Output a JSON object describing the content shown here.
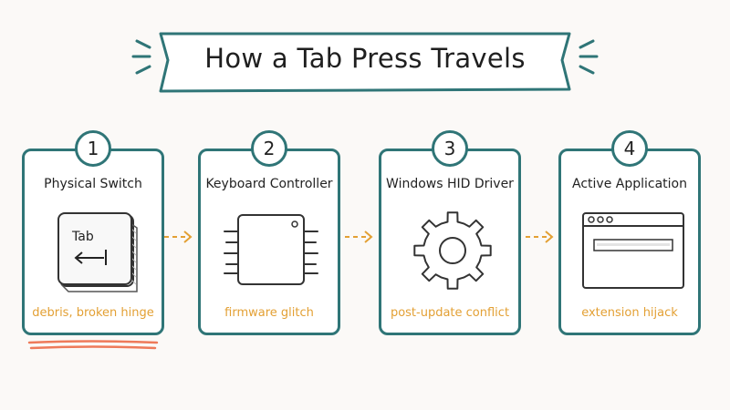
{
  "title": "How a Tab Press Travels",
  "steps": [
    {
      "number": "1",
      "title": "Physical Switch",
      "caption": "debris, broken hinge",
      "icon": "tab-key-icon",
      "key_label": "Tab"
    },
    {
      "number": "2",
      "title": "Keyboard Controller",
      "caption": "firmware glitch",
      "icon": "chip-icon"
    },
    {
      "number": "3",
      "title": "Windows HID Driver",
      "caption": "post-update conflict",
      "icon": "gear-icon"
    },
    {
      "number": "4",
      "title": "Active Application",
      "caption": "extension hijack",
      "icon": "app-window-icon"
    }
  ],
  "colors": {
    "teal": "#2f7577",
    "caption_orange": "#e3a034",
    "underline_red": "#ee7a5a",
    "background": "#fbf9f7"
  }
}
